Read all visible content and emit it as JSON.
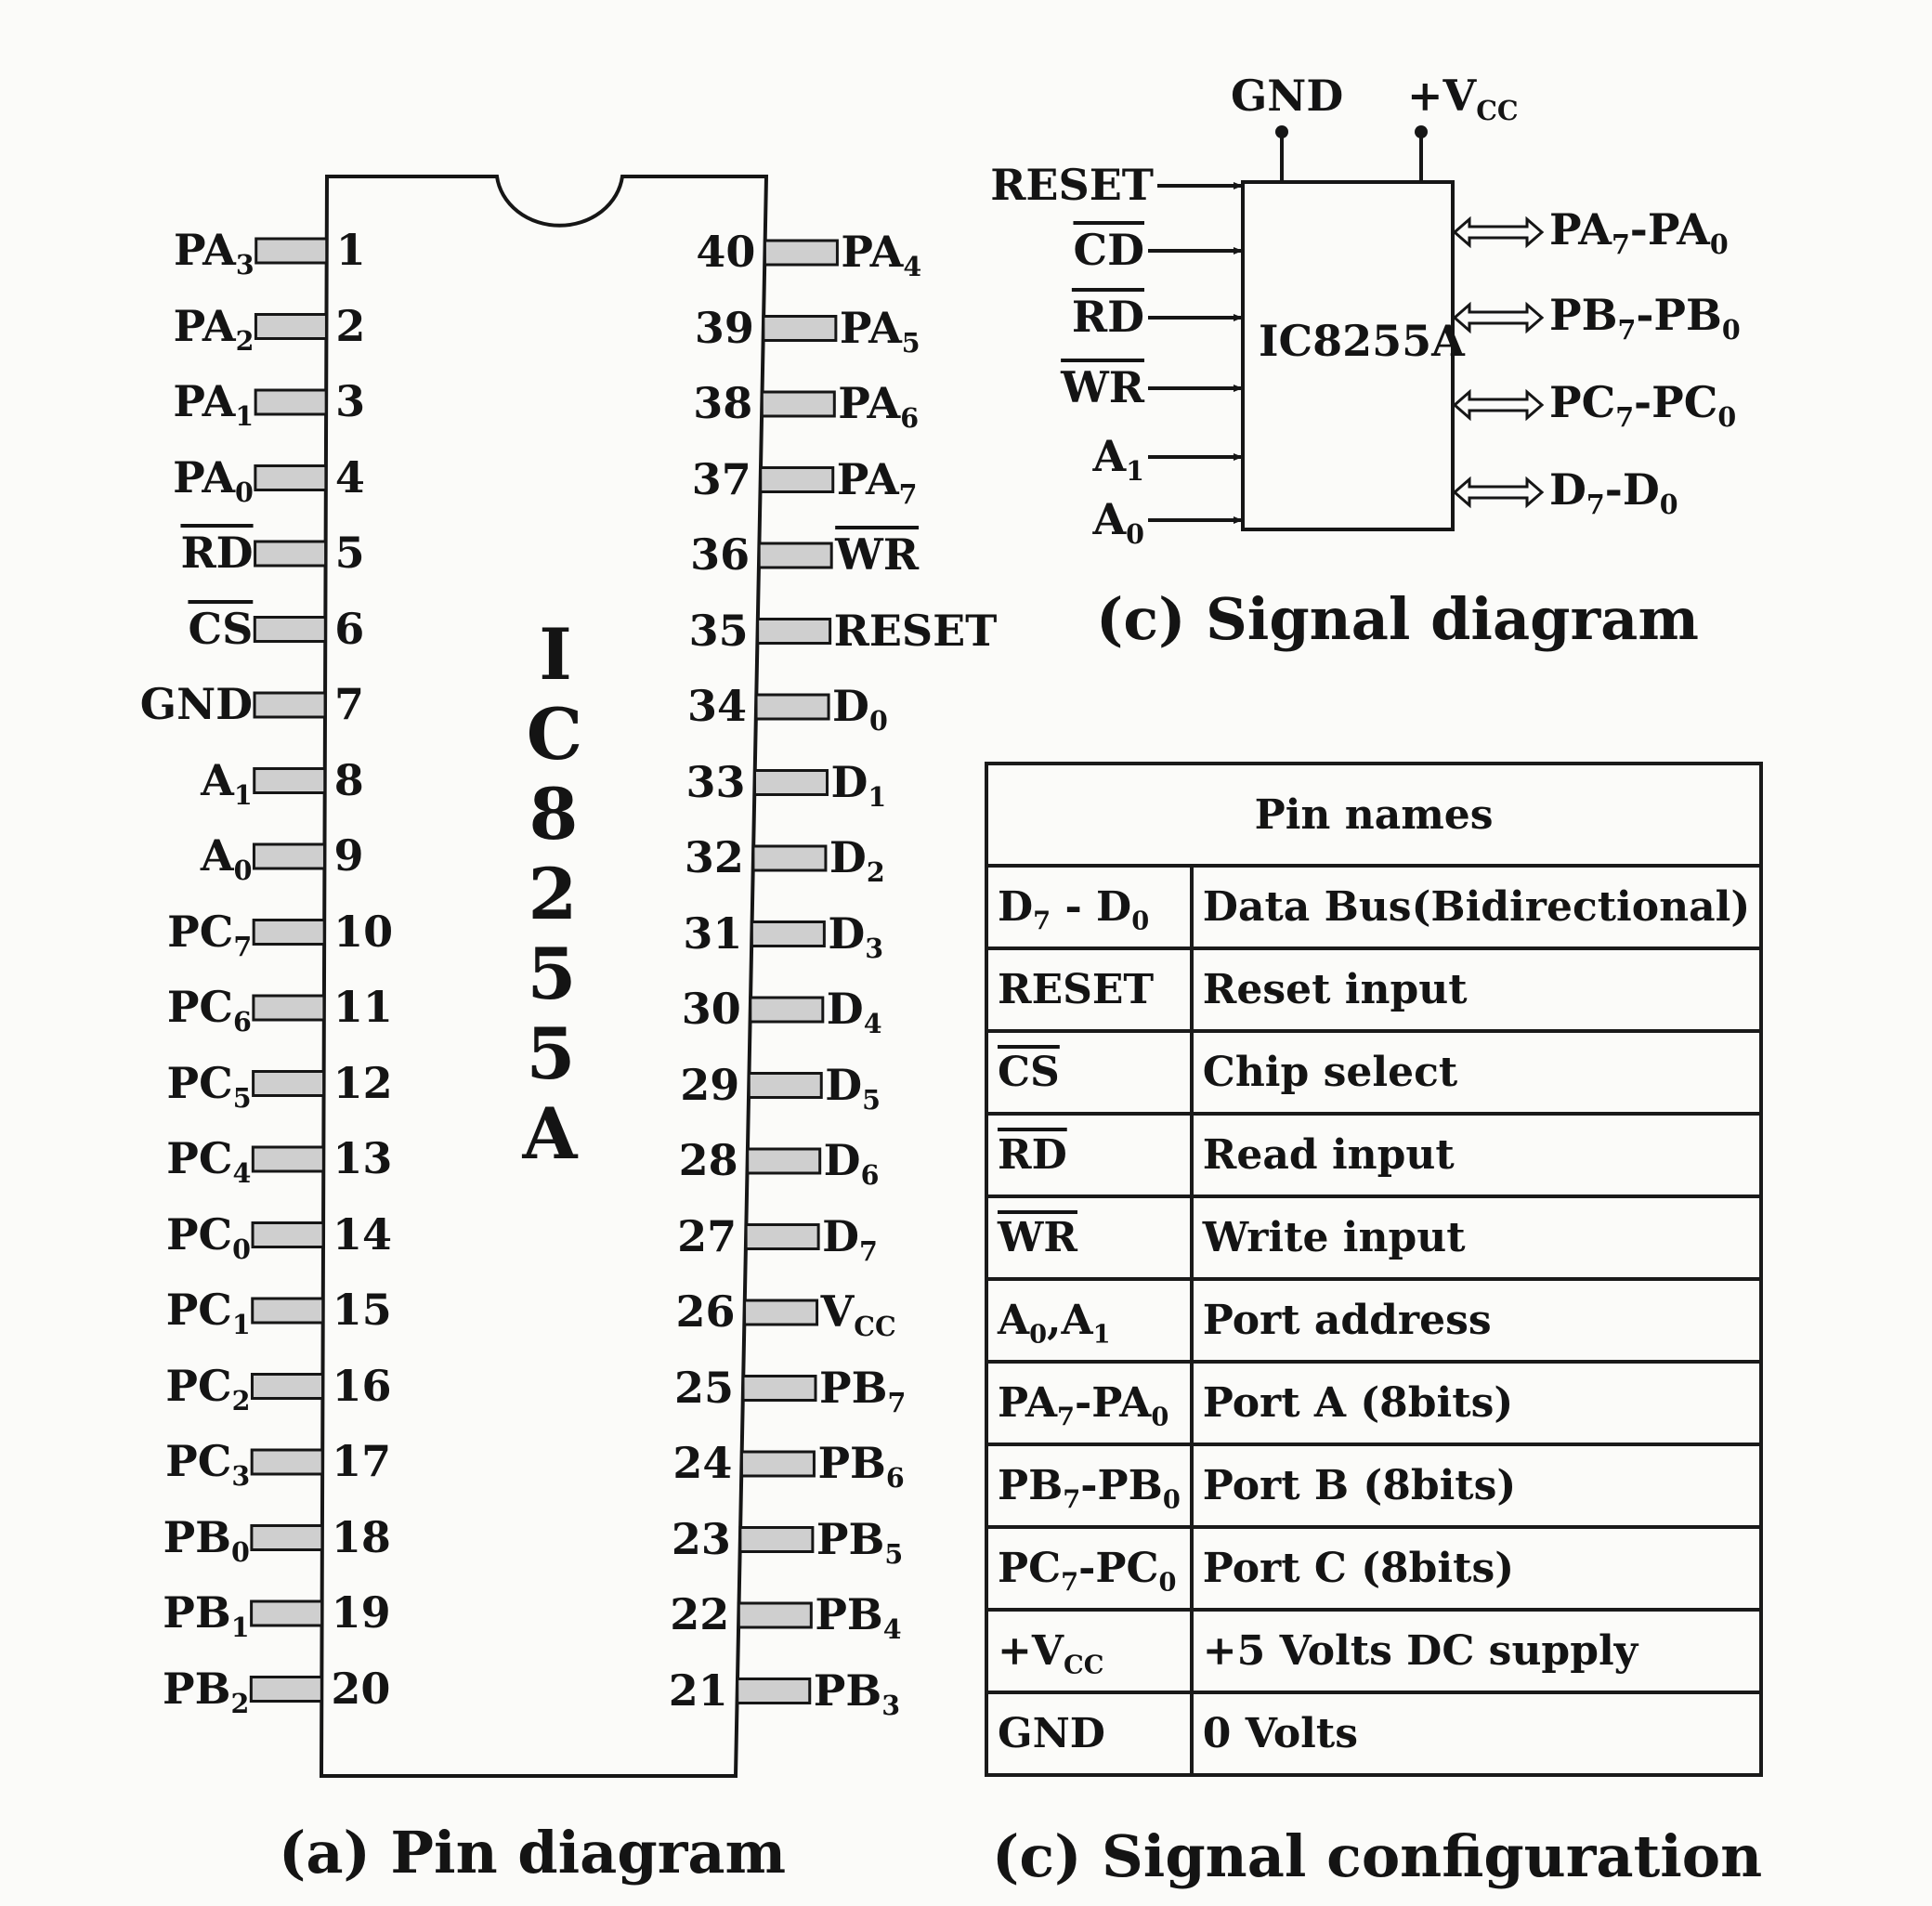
{
  "chip": {
    "name_letters": [
      "I",
      "C",
      "8",
      "2",
      "5",
      "5",
      "A"
    ],
    "caption": "(a) Pin diagram",
    "left_pins": [
      {
        "num": "1",
        "label": "PA",
        "sub": "3",
        "overline": false
      },
      {
        "num": "2",
        "label": "PA",
        "sub": "2",
        "overline": false
      },
      {
        "num": "3",
        "label": "PA",
        "sub": "1",
        "overline": false
      },
      {
        "num": "4",
        "label": "PA",
        "sub": "0",
        "overline": false
      },
      {
        "num": "5",
        "label": "RD",
        "sub": "",
        "overline": true
      },
      {
        "num": "6",
        "label": "CS",
        "sub": "",
        "overline": true
      },
      {
        "num": "7",
        "label": "GND",
        "sub": "",
        "overline": false
      },
      {
        "num": "8",
        "label": "A",
        "sub": "1",
        "overline": false
      },
      {
        "num": "9",
        "label": "A",
        "sub": "0",
        "overline": false
      },
      {
        "num": "10",
        "label": "PC",
        "sub": "7",
        "overline": false
      },
      {
        "num": "11",
        "label": "PC",
        "sub": "6",
        "overline": false
      },
      {
        "num": "12",
        "label": "PC",
        "sub": "5",
        "overline": false
      },
      {
        "num": "13",
        "label": "PC",
        "sub": "4",
        "overline": false
      },
      {
        "num": "14",
        "label": "PC",
        "sub": "0",
        "overline": false
      },
      {
        "num": "15",
        "label": "PC",
        "sub": "1",
        "overline": false
      },
      {
        "num": "16",
        "label": "PC",
        "sub": "2",
        "overline": false
      },
      {
        "num": "17",
        "label": "PC",
        "sub": "3",
        "overline": false
      },
      {
        "num": "18",
        "label": "PB",
        "sub": "0",
        "overline": false
      },
      {
        "num": "19",
        "label": "PB",
        "sub": "1",
        "overline": false
      },
      {
        "num": "20",
        "label": "PB",
        "sub": "2",
        "overline": false
      }
    ],
    "right_pins": [
      {
        "num": "40",
        "label": "PA",
        "sub": "4",
        "overline": false
      },
      {
        "num": "39",
        "label": "PA",
        "sub": "5",
        "overline": false
      },
      {
        "num": "38",
        "label": "PA",
        "sub": "6",
        "overline": false
      },
      {
        "num": "37",
        "label": "PA",
        "sub": "7",
        "overline": false
      },
      {
        "num": "36",
        "label": "WR",
        "sub": "",
        "overline": true
      },
      {
        "num": "35",
        "label": "RESET",
        "sub": "",
        "overline": false
      },
      {
        "num": "34",
        "label": "D",
        "sub": "0",
        "overline": false
      },
      {
        "num": "33",
        "label": "D",
        "sub": "1",
        "overline": false
      },
      {
        "num": "32",
        "label": "D",
        "sub": "2",
        "overline": false
      },
      {
        "num": "31",
        "label": "D",
        "sub": "3",
        "overline": false
      },
      {
        "num": "30",
        "label": "D",
        "sub": "4",
        "overline": false
      },
      {
        "num": "29",
        "label": "D",
        "sub": "5",
        "overline": false
      },
      {
        "num": "28",
        "label": "D",
        "sub": "6",
        "overline": false
      },
      {
        "num": "27",
        "label": "D",
        "sub": "7",
        "overline": false
      },
      {
        "num": "26",
        "label": "V",
        "sub": "CC",
        "overline": false
      },
      {
        "num": "25",
        "label": "PB",
        "sub": "7",
        "overline": false
      },
      {
        "num": "24",
        "label": "PB",
        "sub": "6",
        "overline": false
      },
      {
        "num": "23",
        "label": "PB",
        "sub": "5",
        "overline": false
      },
      {
        "num": "22",
        "label": "PB",
        "sub": "4",
        "overline": false
      },
      {
        "num": "21",
        "label": "PB",
        "sub": "3",
        "overline": false
      }
    ]
  },
  "signal_diagram": {
    "block_label": "IC8255A",
    "caption": "(c) Signal diagram",
    "top": {
      "gnd": "GND",
      "vcc_main": "+V",
      "vcc_sub": "CC"
    },
    "inputs": [
      {
        "label": "RESET",
        "sub": "",
        "overline": false
      },
      {
        "label": "CD",
        "sub": "",
        "overline": true
      },
      {
        "label": "RD",
        "sub": "",
        "overline": true
      },
      {
        "label": "WR",
        "sub": "",
        "overline": true
      },
      {
        "label": "A",
        "sub": "1",
        "overline": false
      },
      {
        "label": "A",
        "sub": "0",
        "overline": false
      }
    ],
    "outputs": [
      {
        "a": "PA",
        "a_sub": "7",
        "b": "PA",
        "b_sub": "0"
      },
      {
        "a": "PB",
        "a_sub": "7",
        "b": "PB",
        "b_sub": "0"
      },
      {
        "a": "PC",
        "a_sub": "7",
        "b": "PC",
        "b_sub": "0"
      },
      {
        "a": "D",
        "a_sub": "7",
        "b": "D",
        "b_sub": "0"
      }
    ]
  },
  "table": {
    "header": "Pin names",
    "caption": "(c) Signal configuration",
    "rows": [
      {
        "pin": "D",
        "pin_sub": "7",
        "pin2": " - D",
        "pin2_sub": "0",
        "desc": "Data Bus(Bidirectional)",
        "overline": false
      },
      {
        "pin": "RESET",
        "pin_sub": "",
        "pin2": "",
        "pin2_sub": "",
        "desc": "Reset input",
        "overline": false
      },
      {
        "pin": "CS",
        "pin_sub": "",
        "pin2": "",
        "pin2_sub": "",
        "desc": "Chip select",
        "overline": true
      },
      {
        "pin": "RD",
        "pin_sub": "",
        "pin2": "",
        "pin2_sub": "",
        "desc": "Read input",
        "overline": true
      },
      {
        "pin": "WR",
        "pin_sub": "",
        "pin2": "",
        "pin2_sub": "",
        "desc": "Write input",
        "overline": true
      },
      {
        "pin": "A",
        "pin_sub": "0",
        "pin2": ",A",
        "pin2_sub": "1",
        "desc": "Port address",
        "overline": false
      },
      {
        "pin": "PA",
        "pin_sub": "7",
        "pin2": "-PA",
        "pin2_sub": "0",
        "desc": "Port A (8bits)",
        "overline": false
      },
      {
        "pin": "PB",
        "pin_sub": "7",
        "pin2": "-PB",
        "pin2_sub": "0",
        "desc": "Port B (8bits)",
        "overline": false
      },
      {
        "pin": "PC",
        "pin_sub": "7",
        "pin2": "-PC",
        "pin2_sub": "0",
        "desc": "Port C (8bits)",
        "overline": false
      },
      {
        "pin": "+V",
        "pin_sub": "CC",
        "pin2": "",
        "pin2_sub": "",
        "desc": "+5 Volts DC supply",
        "overline": false
      },
      {
        "pin": "GND",
        "pin_sub": "",
        "pin2": "",
        "pin2_sub": "",
        "desc": "0 Volts",
        "overline": false
      }
    ]
  }
}
